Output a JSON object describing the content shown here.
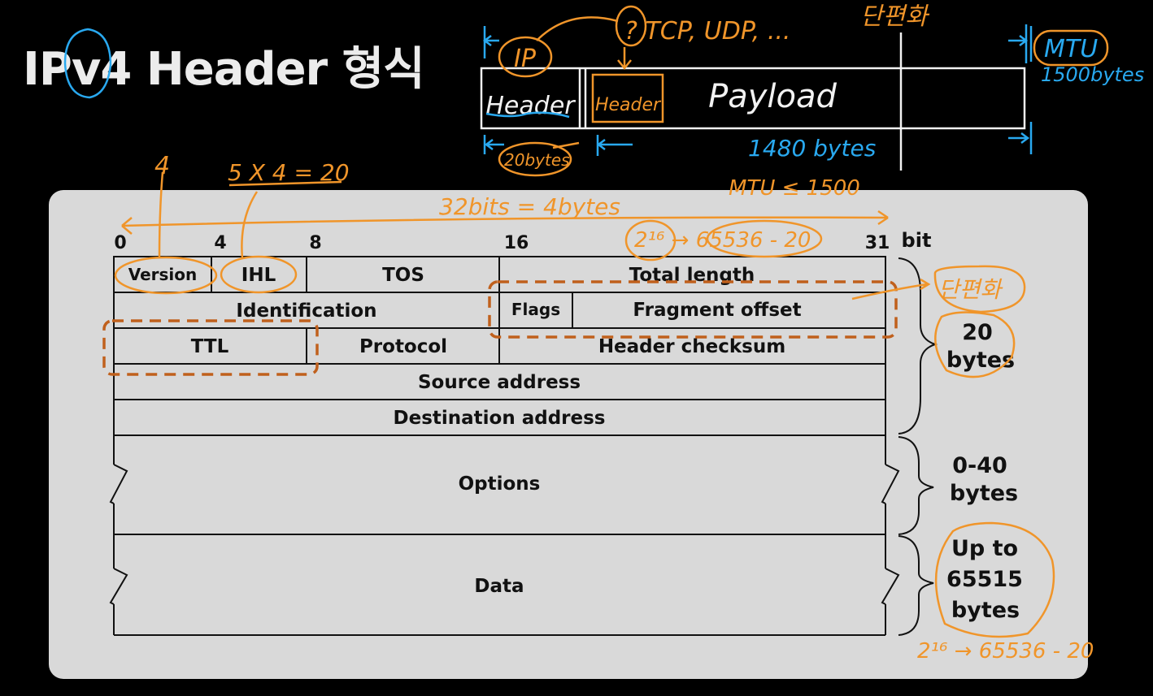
{
  "title": {
    "main": "IPv4 Header 형식"
  },
  "bit_scale": {
    "ticks": [
      "0",
      "4",
      "8",
      "16",
      "31"
    ],
    "unit": "bit"
  },
  "rows": {
    "r1": {
      "version": "Version",
      "ihl": "IHL",
      "tos": "TOS",
      "total_length": "Total length"
    },
    "r2": {
      "identification": "Identification",
      "flags": "Flags",
      "fragment_offset": "Fragment offset"
    },
    "r3": {
      "ttl": "TTL",
      "protocol": "Protocol",
      "header_checksum": "Header checksum"
    },
    "r4": {
      "source": "Source address"
    },
    "r5": {
      "destination": "Destination address"
    },
    "options": "Options",
    "data": "Data"
  },
  "braces": {
    "header": [
      "20",
      "bytes"
    ],
    "options": [
      "0-40",
      "bytes"
    ],
    "data": [
      "Up to",
      "65515",
      "bytes"
    ]
  },
  "packet_sketch": {
    "ip_header": "Header",
    "inner_header": "Header",
    "payload": "Payload"
  },
  "annotations": {
    "question_protocols": "? TCP, UDP, ...",
    "fragmentation_top": "단편화",
    "mtu": "MTU",
    "mtu_size": "1500bytes",
    "ip": "IP",
    "header_size": "20bytes",
    "payload_size": "1480 bytes",
    "mtu_limit": "MTU ≤ 1500",
    "version_value": "4",
    "ihl_calc": "5 X 4 = 20",
    "row_width": "32bits = 4bytes",
    "total_len_calc": "2¹⁶ → 65536 - 20",
    "fragmentation_right": "단편화",
    "data_calc": "2¹⁶ → 65536 - 20"
  },
  "colors": {
    "annotation_orange": "#f0952a",
    "annotation_blue": "#29a9f0",
    "box_dashed": "#c0601c",
    "panel": "#d9d9d9"
  }
}
